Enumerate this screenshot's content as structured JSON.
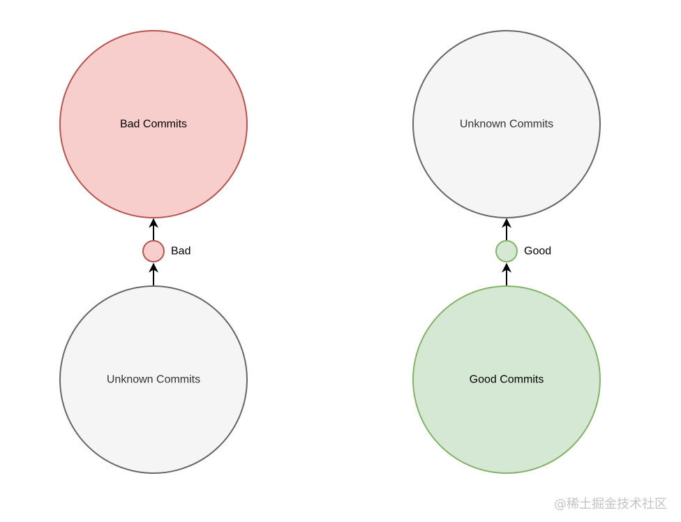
{
  "colors": {
    "bad_fill": "#f8cecc",
    "bad_stroke": "#b85450",
    "good_fill": "#d5e8d4",
    "good_stroke": "#82b366",
    "unknown_fill": "#f5f5f5",
    "unknown_stroke": "#666666",
    "unknown_text": "#333333",
    "text_dark": "#000000",
    "arrow": "#000000"
  },
  "left": {
    "top_node": {
      "label": "Bad Commits",
      "kind": "bad"
    },
    "marker": {
      "label": "Bad",
      "kind": "bad"
    },
    "bottom_node": {
      "label": "Unknown Commits",
      "kind": "unknown"
    }
  },
  "right": {
    "top_node": {
      "label": "Unknown Commits",
      "kind": "unknown"
    },
    "marker": {
      "label": "Good",
      "kind": "good"
    },
    "bottom_node": {
      "label": "Good Commits",
      "kind": "good"
    }
  },
  "watermark": "@稀土掘金技术社区"
}
